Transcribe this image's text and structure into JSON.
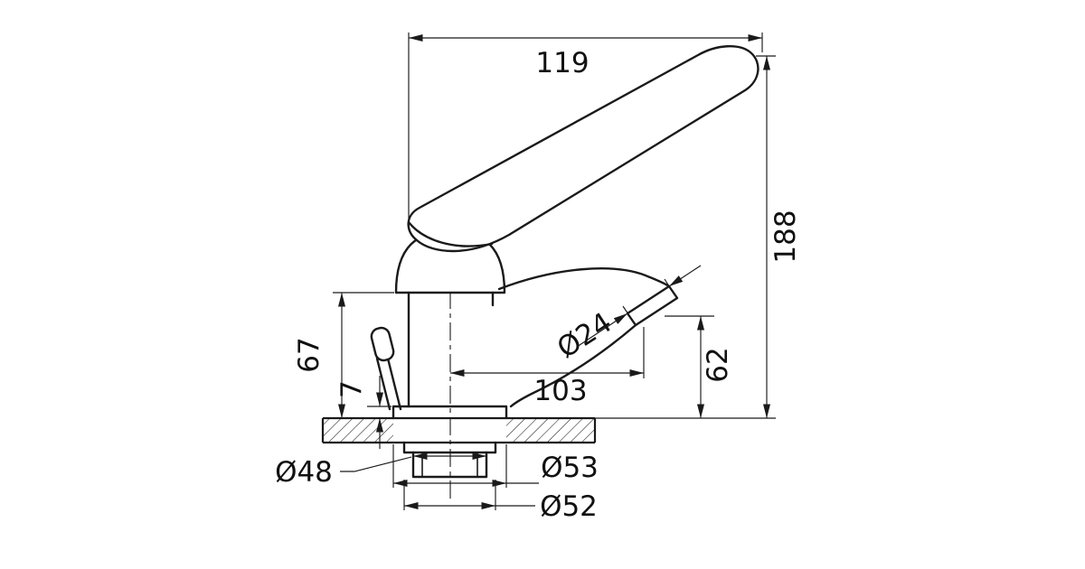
{
  "drawing": {
    "background": "#ffffff",
    "line_color": "#1a1a1a",
    "dimensions": {
      "width_overall": "119",
      "height_overall": "188",
      "height_body": "67",
      "height_flange": "7",
      "dia_aerator": "Ø24",
      "spout_reach": "103",
      "height_spout": "62",
      "dia_body": "Ø48",
      "dia_base": "Ø53",
      "dia_nut": "Ø52"
    }
  }
}
